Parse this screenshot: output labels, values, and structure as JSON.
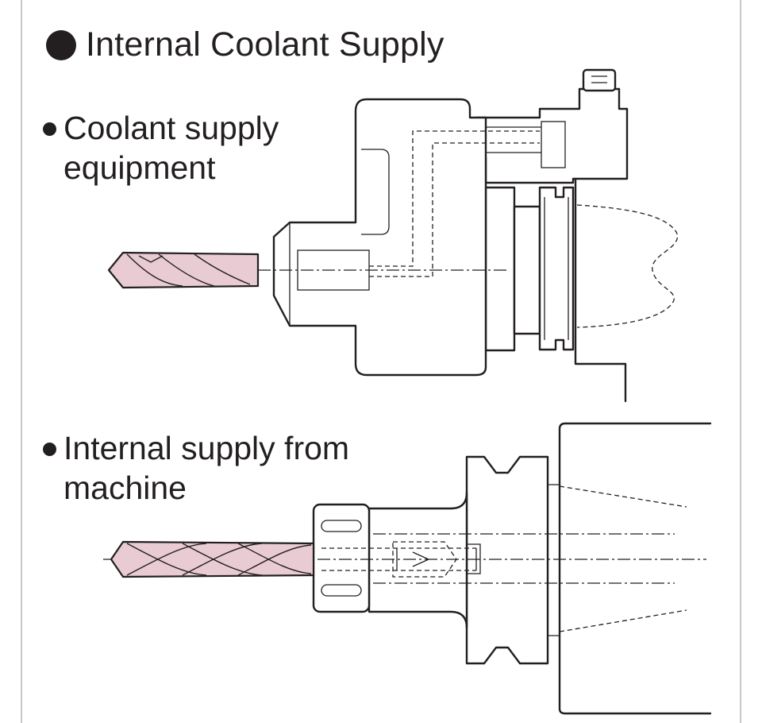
{
  "title": "Internal Coolant Supply",
  "items": [
    {
      "label_lines": [
        "Coolant supply",
        "equipment"
      ]
    },
    {
      "label_lines": [
        "Internal supply from",
        "machine"
      ]
    }
  ],
  "colors": {
    "line": "#231f20",
    "drill_fill": "#e8cbd3",
    "frame": "#c9c9c9",
    "background": "#ffffff"
  },
  "icons": [
    "heading-bullet-icon",
    "list-bullet-icon"
  ]
}
